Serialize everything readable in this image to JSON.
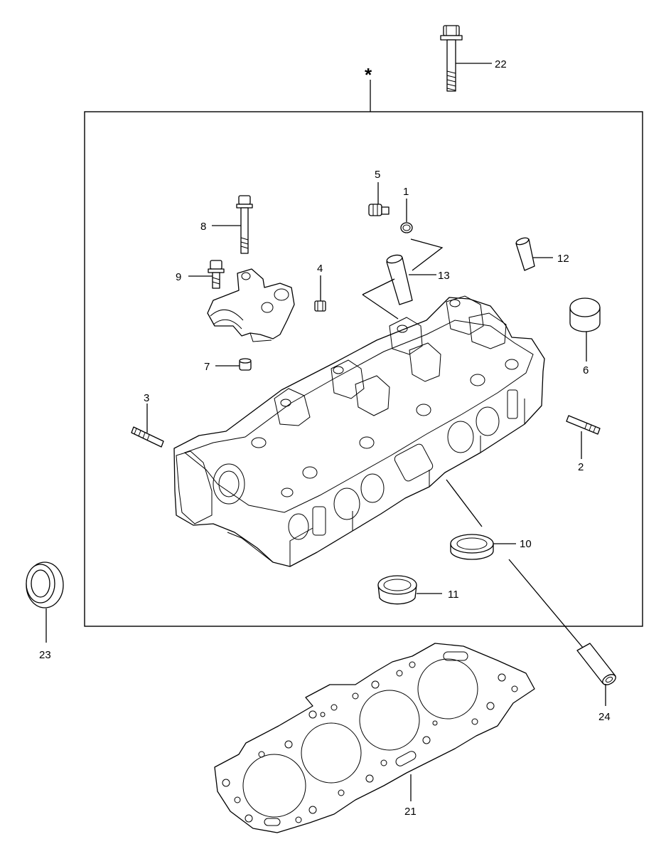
{
  "diagram": {
    "assembly_marker": "*",
    "callouts": [
      {
        "id": "c1",
        "text": "1"
      },
      {
        "id": "c2",
        "text": "2"
      },
      {
        "id": "c3",
        "text": "3"
      },
      {
        "id": "c4",
        "text": "4"
      },
      {
        "id": "c5",
        "text": "5"
      },
      {
        "id": "c6",
        "text": "6"
      },
      {
        "id": "c7",
        "text": "7"
      },
      {
        "id": "c8",
        "text": "8"
      },
      {
        "id": "c9",
        "text": "9"
      },
      {
        "id": "c10",
        "text": "10"
      },
      {
        "id": "c11",
        "text": "11"
      },
      {
        "id": "c12",
        "text": "12"
      },
      {
        "id": "c13",
        "text": "13"
      },
      {
        "id": "c21",
        "text": "21"
      },
      {
        "id": "c22",
        "text": "22"
      },
      {
        "id": "c23",
        "text": "23"
      },
      {
        "id": "c24",
        "text": "24"
      }
    ]
  }
}
